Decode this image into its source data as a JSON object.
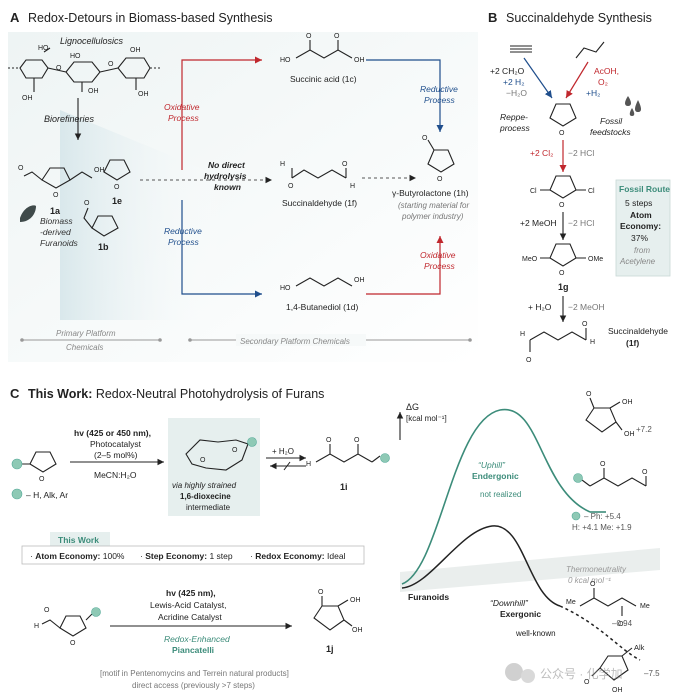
{
  "panelA": {
    "letter": "A",
    "title": "Redox-Detours in Biomass-based Synthesis",
    "lignocellulosics": "Lignocellulosics",
    "biorefineries": "Biorefineries",
    "biomass_label": "Biomass",
    "derived_label": "-derived",
    "furanoids_label": "Furanoids",
    "cmpd_1a": "1a",
    "cmpd_1b": "1b",
    "cmpd_1e": "1e",
    "oxidative_process": "Oxidative",
    "process_word": "Process",
    "reductive_process": "Reductive",
    "no_direct_1": "No direct",
    "no_direct_2": "hydrolysis",
    "no_direct_3": "known",
    "succinic_acid": "Succinic acid (1c)",
    "succinaldehyde": "Succinaldehyde (1f)",
    "butanediol": "1,4-Butanediol (1d)",
    "gbl": "γ-Butyrolactone (1h)",
    "gbl_note_1": "(starting material for",
    "gbl_note_2": "polymer industry)",
    "primary_platform_1": "Primary Platform",
    "primary_platform_2": "Chemicals",
    "secondary_platform": "Secondary Platform Chemicals"
  },
  "panelB": {
    "letter": "B",
    "title": "Succinaldehyde Synthesis",
    "reagent_ch2o": "+2 CH₂O",
    "reagent_h2": "+2 H₂",
    "minus_h2o": "−H₂O",
    "acoh": "AcOH,",
    "o2": "O₂",
    "plus_h2": "+H₂",
    "reppe_1": "Reppe-",
    "reppe_2": "process",
    "fossil_1": "Fossil",
    "fossil_2": "feedstocks",
    "cl2": "+2 Cl₂",
    "minus_hcl": "−2 HCl",
    "meoh": "+2 MeOH",
    "minus_hcl2": "−2 HCl",
    "cmpd_1g": "1g",
    "h2o": "+ H₂O",
    "minus_meoh": "−2 MeOH",
    "product": "Succinaldehyde",
    "product_id": "(1f)",
    "fossil_route": {
      "title": "Fossil Route",
      "steps": "5 steps",
      "atom": "Atom",
      "economy": "Economy:",
      "percent": "37%",
      "from": "from",
      "acetylene": "Acetylene"
    }
  },
  "panelC": {
    "letter": "C",
    "title_bold": "This Work:",
    "title_rest": " Redox-Neutral Photohydrolysis of Furans",
    "hv1": "hv (425 or 450 nm),",
    "photocat": "Photocatalyst",
    "mol": "(2–5 mol%)",
    "solvent": "MeCN:H₂O",
    "via_1": "via highly strained",
    "via_2": "1,6-dioxecine",
    "via_3": "intermediate",
    "plus_h2o": "+ H₂O",
    "cmpd_1i": "1i",
    "r_def": "– H, Alk, Ar",
    "this_work_label": "This Work",
    "atom_econ_b": "Atom Economy:",
    "atom_econ_v": " 100%",
    "step_econ_b": "Step Economy:",
    "step_econ_v": " 1 step",
    "redox_econ_b": "Redox Economy:",
    "redox_econ_v": " Ideal",
    "hv2": "hv (425 nm),",
    "lewis": "Lewis-Acid Catalyst,",
    "acridine": "Acridine Catalyst",
    "redox_enh": "Redox-Enhanced",
    "piancatelli": "Piancatelli",
    "cmpd_1j": "1j",
    "motif_1": "[motif in Pentenomycins and Terrein natural products]",
    "motif_2": "direct access (previously >7 steps)"
  },
  "energy": {
    "dg": "ΔG",
    "unit": "[kcal mol⁻¹]",
    "uphill": "“Uphill”",
    "endergonic": "Endergonic",
    "not_realized": "not realized",
    "thermo_1": "Thermoneutrality",
    "thermo_2": "0 kcal mol⁻¹",
    "furanoids": "Furanoids",
    "downhill": "“Downhill”",
    "exergonic": "Exergonic",
    "well_known": "well-known",
    "v_plus72": "+7.2",
    "v_ph": "–  Ph: +5.4",
    "v_h_me": "H: +4.1   Me: +1.9",
    "v_m094": "–0.94",
    "alk": "Alk",
    "v_m75": "–7.5",
    "watermark": "公众号 · 化学加"
  },
  "colors": {
    "red": "#c0272d",
    "blue": "#1f4e8c",
    "teal": "#3c8c7a",
    "tealLight": "#8ec9b5",
    "panelShade": "#dce8ec"
  }
}
